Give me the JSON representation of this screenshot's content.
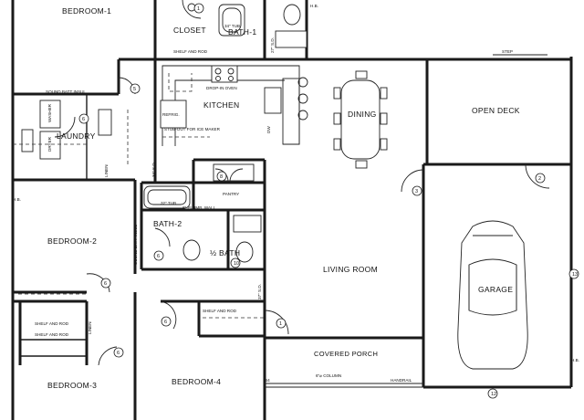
{
  "rooms": {
    "bedroom1": "BEDROOM-1",
    "closet": "CLOSET",
    "bath1": "BATH-1",
    "kitchen": "KITCHEN",
    "dining": "DINING",
    "open_deck": "OPEN DECK",
    "laundry": "LAUNDRY",
    "bedroom2": "BEDROOM-2",
    "bath2": "BATH-2",
    "half_bath": "½ BATH",
    "living_room": "LIVING ROOM",
    "garage": "GARAGE",
    "covered_porch": "COVERED PORCH",
    "bedroom3": "BEDROOM-3",
    "bedroom4": "BEDROOM-4"
  },
  "notes": {
    "sound_batt_top": "SOUND BATT INSUL",
    "sound_batt_bath": "SOUND BATT INSUL",
    "drop_in_oven": "DROP-IN OVEN",
    "refrig": "REFRIG.",
    "stub_out": "STUB-OUT FOR ICE MAKER",
    "pantry": "PANTRY",
    "tub_32": "32\" TUB",
    "plumb_wall": "6\" PLUMB. WALL",
    "tub_34": "34\" TUB",
    "shelf_rod_closet": "SHELF AND ROD",
    "shelf_rod_hall": "SHELF AND ROD",
    "shelf_rod_b3a": "SHELF AND ROD",
    "shelf_rod_b3b": "SHELF AND ROD",
    "step": "STEP",
    "column": "6\"⌀ COLUMN",
    "handrail": "HANDRAIL",
    "washer": "WASHER",
    "dryer": "DRYER",
    "linen1": "LINEN",
    "linen2": "LINEN",
    "dw": "DW",
    "sd": "34\" S.D.",
    "hb1": "H.B.",
    "hb2": "H.B.",
    "hb3": "H.B.",
    "b4": "B4",
    "sd_closet": "27\" S.D.",
    "sd_lr": "37\" S.D."
  },
  "tags": {
    "t1": "1",
    "t2": "2",
    "t3": "3",
    "t5": "5",
    "t6a": "6",
    "t6b": "6",
    "t6c": "6",
    "t6d": "6",
    "t6e": "6",
    "t8": "8",
    "t1b": "1",
    "t13": "13",
    "t12": "12",
    "t10": "10"
  }
}
